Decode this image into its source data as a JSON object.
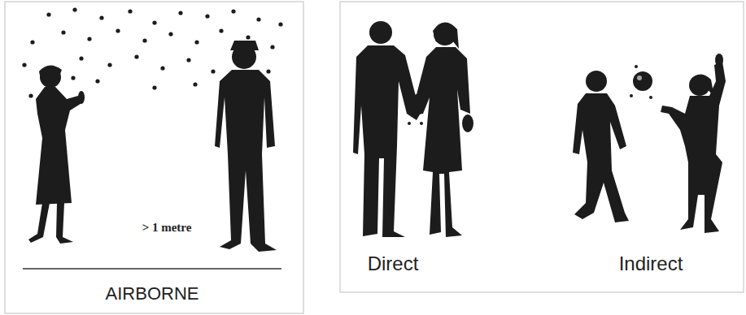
{
  "diagram": {
    "labels": [
      "> 1 metre",
      "AIRBORNE",
      "Direct",
      "Indirect"
    ]
  }
}
